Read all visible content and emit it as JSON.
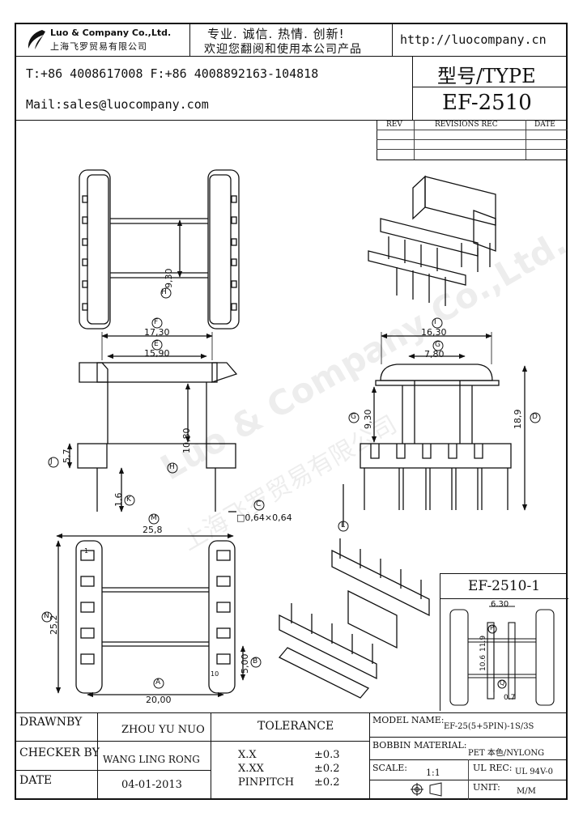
{
  "header": {
    "company_en": "Luo & Company Co.,Ltd.",
    "company_cn": "上海飞罗贸易有限公司",
    "slogan_line1": "专业. 诚信.  热情.  创新!",
    "slogan_line2": "欢迎您翻阅和使用本公司产品",
    "website": "http://luocompany.cn",
    "phone_fax": "T:+86 4008617008 F:+86 4008892163-104818",
    "email": "Mail:sales@luocompany.com",
    "type_label": "型号/TYPE",
    "model": "EF-2510"
  },
  "revisions": {
    "col_rev": "REV",
    "col_rec": "REVISIONS REC",
    "col_date": "DATE"
  },
  "drawing": {
    "dims": {
      "h_930": "9,30",
      "f": "F",
      "f_val": "17,30",
      "e": "E",
      "e_val": "15,90",
      "h": "H",
      "h_val": "10,80",
      "j": "J",
      "j_val": "5,7",
      "k": "K",
      "k_val": "1,6",
      "c": "C",
      "c_val": "□0,64×0,64",
      "i": "I",
      "i_val": "16,30",
      "g": "G",
      "g_val": "7,80",
      "g2_val": "9,30",
      "d": "D",
      "d_val": "18,9",
      "l": "L",
      "m": "M",
      "m_val": "25,8",
      "n": "N",
      "n_val": "25,2",
      "a": "A",
      "a_val": "20,00",
      "b": "B",
      "b_val": "5,00",
      "pin1": "1",
      "pin10": "10"
    },
    "watermark_en": "Luo & Company Co.,Ltd.",
    "watermark_cn": "上海飞罗贸易有限公司"
  },
  "variant": {
    "title": "EF-2510-1",
    "dim_630": "6.30",
    "dim_106": "10.6",
    "dim_119": "11.9",
    "dim_07": "0.7",
    "p": "P",
    "q": "Q"
  },
  "title_block": {
    "drawn_by_label": "DRAWNBY",
    "drawn_by": "ZHOU YU NUO",
    "checker_label": "CHECKER BY",
    "checker": "WANG LING RONG",
    "date_label": "DATE",
    "date": "04-01-2013",
    "tolerance_label": "TOLERANCE",
    "tol_rows": [
      {
        "k": "X.X",
        "v": "±0.3"
      },
      {
        "k": "X.XX",
        "v": "±0.2"
      },
      {
        "k": "PINPITCH",
        "v": "±0.2"
      }
    ],
    "model_name_label": "MODEL NAME:",
    "model_name": "EF-25(5+5PIN)-1S/3S",
    "bobbin_label": "BOBBIN MATERIAL:",
    "bobbin": "PET 本色/NYLONG",
    "scale_label": "SCALE:",
    "scale": "1:1",
    "ul_label": "UL REC:",
    "ul": "UL 94V-0",
    "unit_label": "UNIT:",
    "unit": "M/M"
  }
}
